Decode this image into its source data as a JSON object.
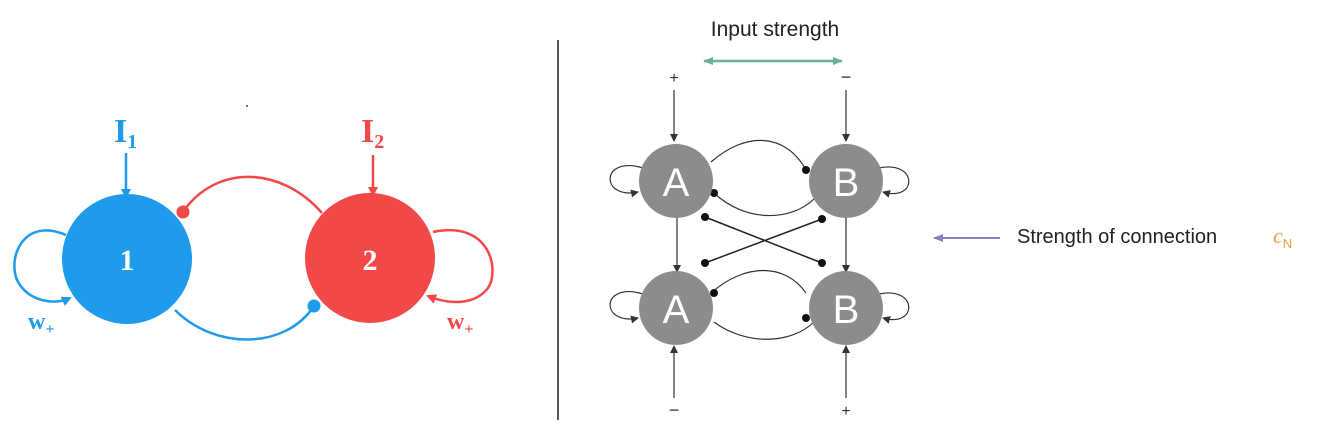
{
  "left_diagram": {
    "node1_label": "1",
    "node2_label": "2",
    "input1_letter": "I",
    "input1_sub": "1",
    "input2_letter": "I",
    "input2_sub": "2",
    "w_left_letter": "w",
    "w_left_sub": "+",
    "w_right_letter": "w",
    "w_right_sub": "+",
    "colors": {
      "blue": "#1E9BEA",
      "red": "#F24848"
    }
  },
  "right_diagram": {
    "title": "Input strength",
    "top_left_sign": "+",
    "top_right_sign": "−",
    "bottom_left_sign": "−",
    "bottom_right_sign": "+",
    "top_a_label": "A",
    "top_b_label": "B",
    "bottom_a_label": "A",
    "bottom_b_label": "B",
    "connection_label": "Strength of connection",
    "cn_symbol": "c",
    "cn_sub": "N",
    "colors": {
      "node": "#8C8C8C",
      "title_arrow": "#6AAE9E",
      "connection_arrow": "#8E7CC3",
      "cn": "#E8A040"
    }
  }
}
